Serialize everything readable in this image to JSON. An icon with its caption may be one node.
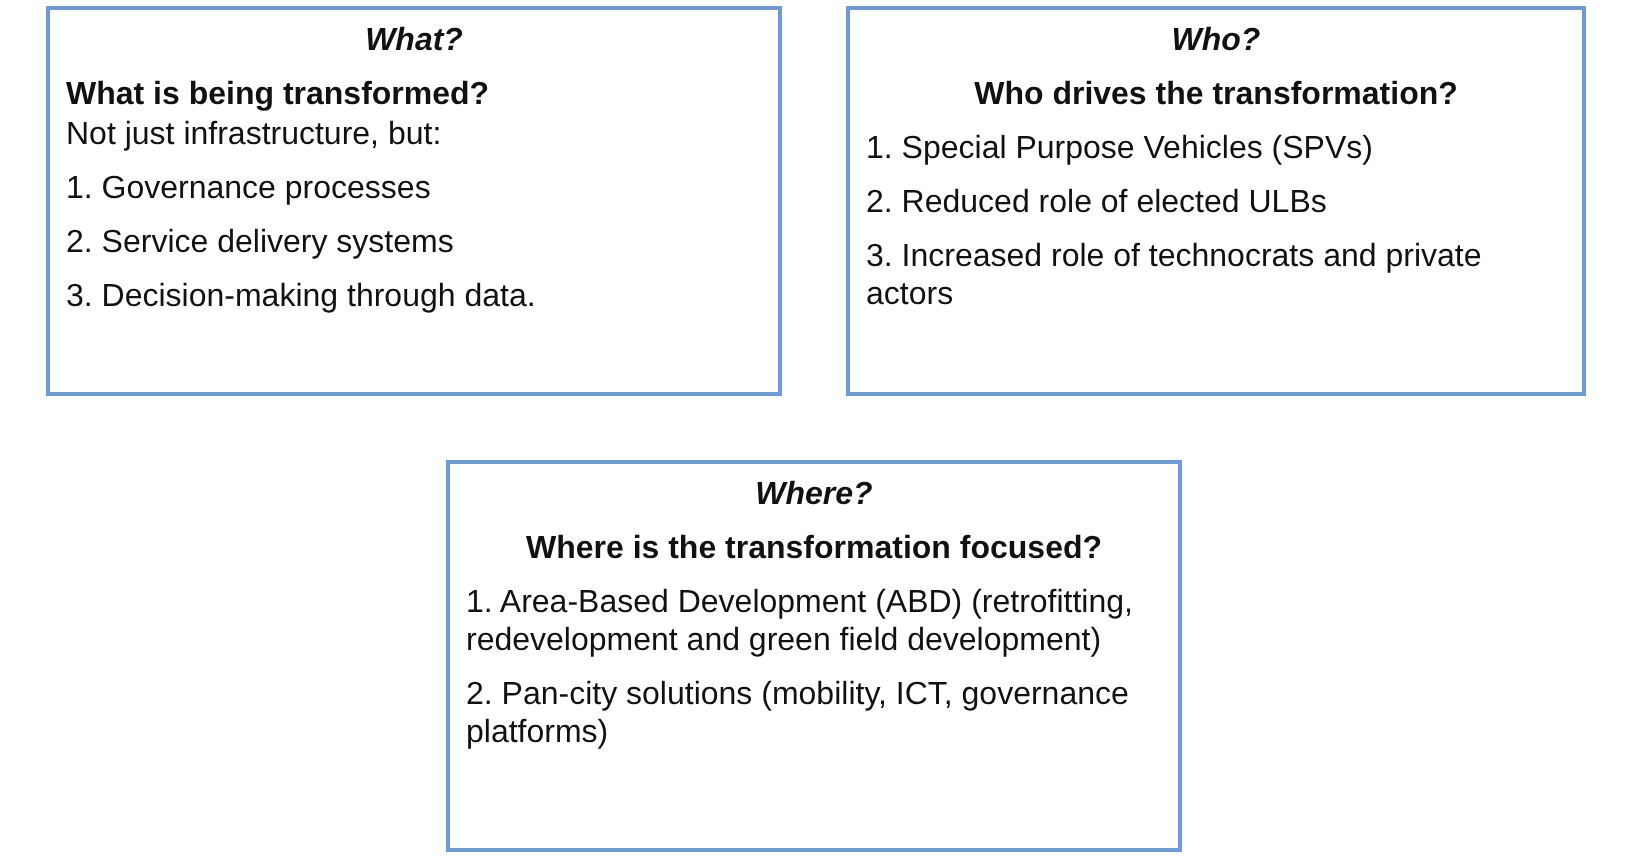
{
  "diagram": {
    "nodes": [
      {
        "text": [
          "What?",
          "What is being transformed?",
          "Not just infrastructure, but:",
          "1. Governance processes",
          "2. Service delivery systems",
          "3. Decision-making through data."
        ]
      },
      {
        "text": [
          "Who?",
          "Who drives the transformation?",
          "1. Special Purpose Vehicles (SPVs)",
          "2. Reduced role of elected ULBs",
          "3. Increased role of technocrats and private actors"
        ]
      },
      {
        "text": [
          "Where?",
          "Where is the transformation focused?",
          "1. Area-Based Development (ABD) (retrofitting, redevelopment and green field development)",
          "2. Pan-city solutions (mobility, ICT, governance platforms)"
        ]
      }
    ]
  }
}
